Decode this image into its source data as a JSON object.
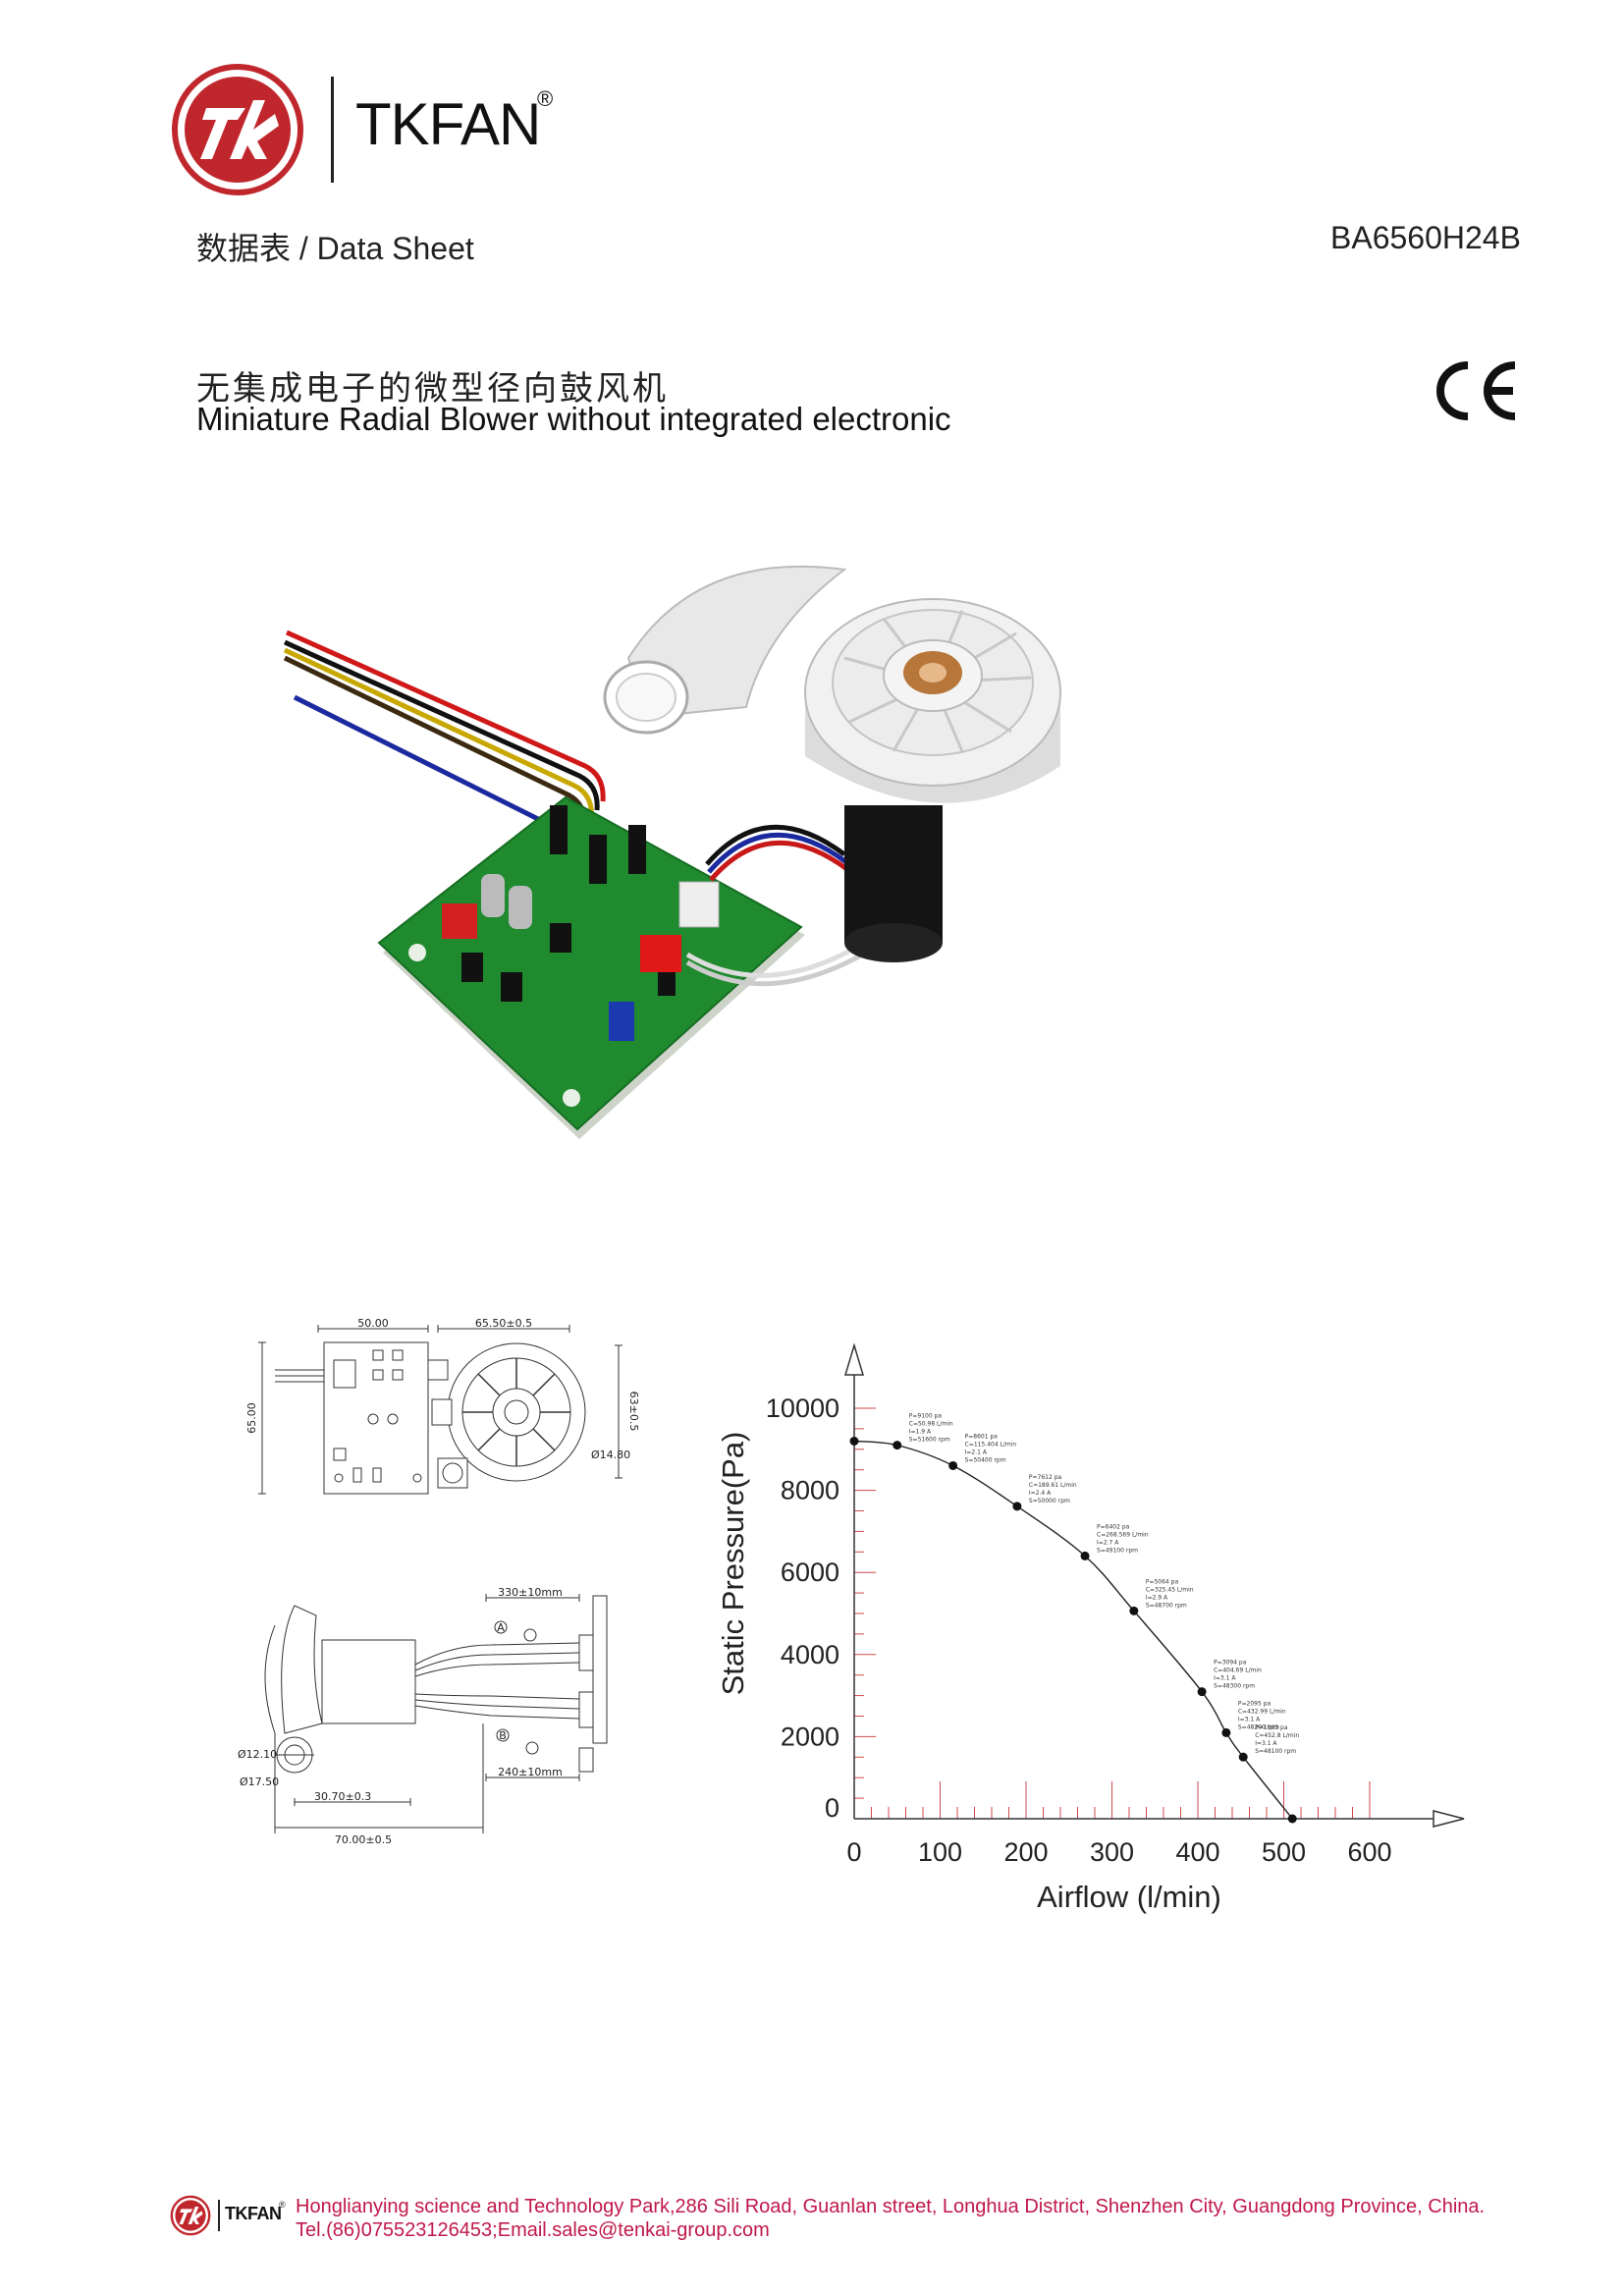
{
  "header": {
    "brand": "TKFAN",
    "registered_mark": "®",
    "datasheet_label": "数据表 / Data Sheet",
    "model": "BA6560H24B",
    "brand_color": "#c0272d"
  },
  "title": {
    "cn": "无集成电子的微型径向鼓风机",
    "en": "Miniature Radial Blower without integrated electronic",
    "cert": "CE"
  },
  "drawings": {
    "top_view": {
      "pcb_width": "50.00",
      "blower_width": "65.50±0.5",
      "pcb_height": "65.00",
      "blower_height": "63±0.5",
      "outlet_dia": "Ø14.80"
    },
    "side_view": {
      "cable_a": "330±10mm",
      "cable_b": "240±10mm",
      "marker_a": "A",
      "marker_b": "B",
      "dia_small": "Ø12.10",
      "dia_large": "Ø17.50",
      "width_inner": "30.70±0.3",
      "width_total": "70.00±0.5"
    }
  },
  "chart_data": {
    "type": "line",
    "xlabel": "Airflow (l/min)",
    "ylabel": "Static Pressure(Pa)",
    "xlim": [
      0,
      600
    ],
    "ylim": [
      0,
      10000
    ],
    "x_ticks": [
      0,
      100,
      200,
      300,
      400,
      500,
      600
    ],
    "y_ticks": [
      0,
      2000,
      4000,
      6000,
      8000,
      10000
    ],
    "series": [
      {
        "x": [
          0,
          50,
          115,
          189.6,
          268.6,
          325.5,
          404.7,
          432.99,
          452.8,
          510
        ],
        "y": [
          9200,
          9100,
          8601,
          7612,
          6402,
          5064,
          3094,
          2095,
          1503,
          0
        ]
      }
    ],
    "annotations": [
      {
        "x": 50,
        "y": 9100,
        "lines": [
          "P=9100 pa",
          "C=50.98 L/min",
          "I=1.9 A",
          "S=51600 rpm"
        ]
      },
      {
        "x": 115,
        "y": 8601,
        "lines": [
          "P=8601 pa",
          "C=115.404 L/min",
          "I=2.1 A",
          "S=50400 rpm"
        ]
      },
      {
        "x": 189.6,
        "y": 7612,
        "lines": [
          "P=7612 pa",
          "C=189.61 L/min",
          "I=2.4 A",
          "S=50000 rpm"
        ]
      },
      {
        "x": 268.6,
        "y": 6402,
        "lines": [
          "P=6402 pa",
          "C=268.569 L/min",
          "I=2.7 A",
          "S=49100 rpm"
        ]
      },
      {
        "x": 325.5,
        "y": 5064,
        "lines": [
          "P=5064 pa",
          "C=325.45 L/min",
          "I=2.9 A",
          "S=48700 rpm"
        ]
      },
      {
        "x": 404.7,
        "y": 3094,
        "lines": [
          "P=3094 pa",
          "C=404.69 L/min",
          "I=3.1 A",
          "S=48300 rpm"
        ]
      },
      {
        "x": 432.99,
        "y": 2095,
        "lines": [
          "P=2095 pa",
          "C=432.99 L/min",
          "I=3.1 A",
          "S=48200 rpm"
        ]
      },
      {
        "x": 452.8,
        "y": 1503,
        "lines": [
          "P=1503 pa",
          "C=452.8 L/min",
          "I=3.1 A",
          "S=48100 rpm"
        ]
      }
    ]
  },
  "footer": {
    "brand": "TKFAN",
    "registered_mark": "®",
    "address": "Honglianying science and Technology Park,286 Sili Road, Guanlan street, Longhua District, Shenzhen City, Guangdong Province, China.",
    "contact": "Tel.(86)075523126453;Email.sales@tenkai-group.com",
    "text_color": "#c0184b"
  }
}
